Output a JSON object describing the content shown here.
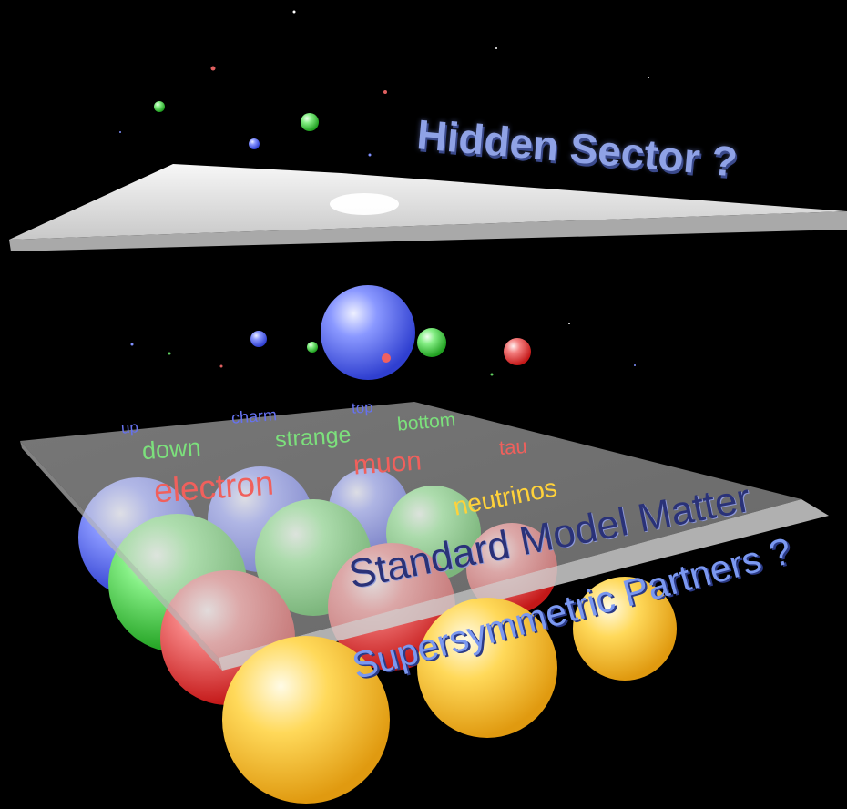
{
  "labels": {
    "hidden_sector": "Hidden Sector ?",
    "standard_model_matter": "Standard Model Matter",
    "supersymmetric_partners": "Supersymmetric Partners ?"
  },
  "particles": {
    "up": "up",
    "charm": "charm",
    "top": "top",
    "down": "down",
    "strange": "strange",
    "bottom": "bottom",
    "electron": "electron",
    "muon": "muon",
    "tau": "tau",
    "neutrinos": "neutrinos"
  },
  "colors": {
    "background": "#000000",
    "quark_up_type": "#6672f0",
    "quark_down_type": "#7ce07c",
    "charged_lepton": "#f0605c",
    "neutrino": "#ffd23a",
    "plane": "#e6e6e6",
    "label_blue": "#8fa2e6",
    "sphere_blue": "#5c6cf0",
    "sphere_green": "#52d452",
    "sphere_red": "#ee3c3c",
    "sphere_yellow": "#f7c230"
  }
}
